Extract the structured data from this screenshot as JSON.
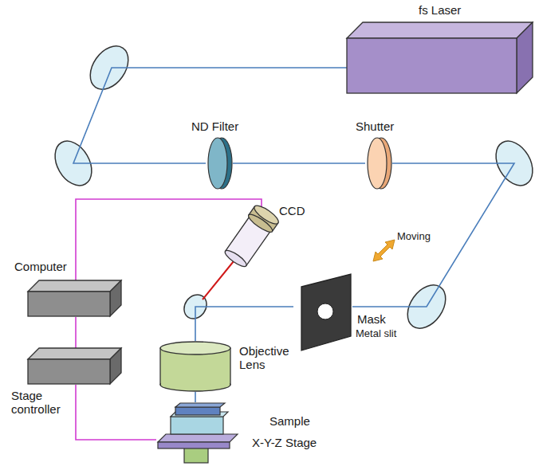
{
  "diagram": {
    "nodes": [
      {
        "text": [
          "fs Laser"
        ]
      },
      {
        "text": [
          "ND Filter"
        ]
      },
      {
        "text": [
          "Shutter"
        ]
      },
      {
        "text": [
          "CCD"
        ]
      },
      {
        "text": [
          "Computer"
        ]
      },
      {
        "text": [
          "Mask",
          "Metal slit"
        ]
      },
      {
        "text": [
          "Stage controller"
        ]
      },
      {
        "text": [
          "Objective Lens"
        ]
      },
      {
        "text": [
          "Sample",
          "X-Y-Z Stage"
        ]
      }
    ],
    "edges": [
      {
        "from": 0,
        "to": 1,
        "arrow": "none"
      },
      {
        "from": 1,
        "to": 2,
        "arrow": "none"
      },
      {
        "from": 2,
        "to": 5,
        "arrow": "none"
      },
      {
        "from": 5,
        "to": 7,
        "arrow": "none"
      },
      {
        "from": 7,
        "to": 8,
        "arrow": "none"
      },
      {
        "from": 3,
        "to": 4,
        "arrow": "none"
      },
      {
        "from": 4,
        "to": 6,
        "arrow": "none"
      },
      {
        "from": 6,
        "to": 8,
        "arrow": "none"
      }
    ],
    "labels": [
      "Moving"
    ]
  }
}
